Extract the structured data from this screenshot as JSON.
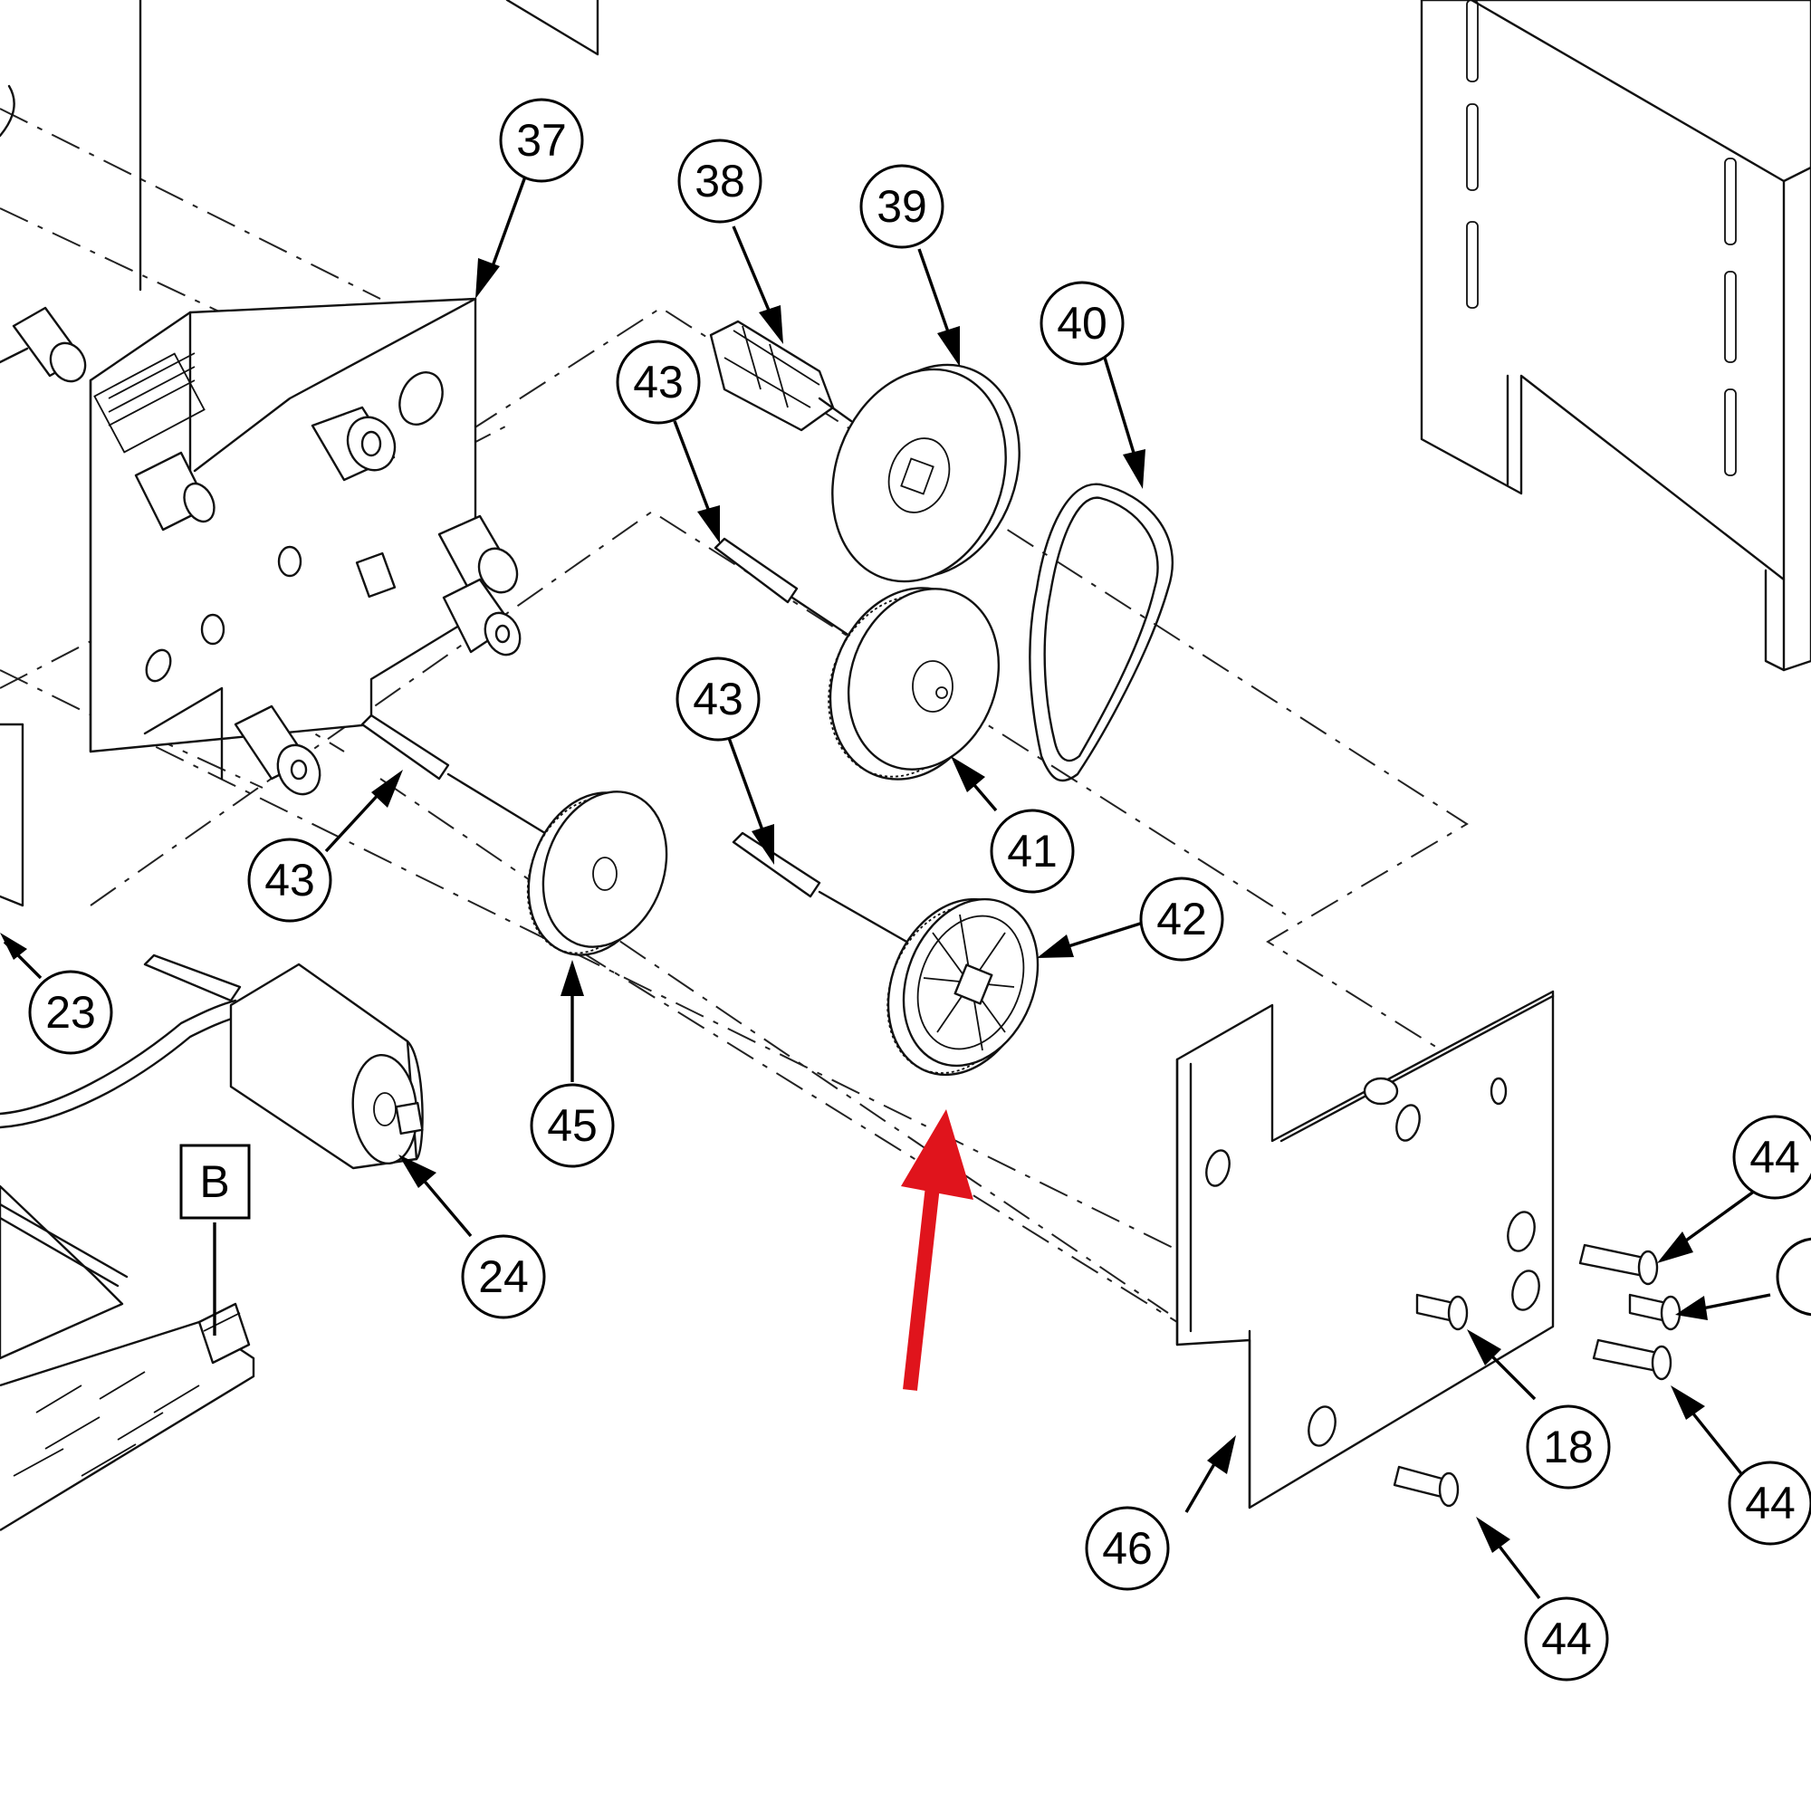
{
  "diagram": {
    "callouts": [
      {
        "id": "c37",
        "label": "37"
      },
      {
        "id": "c38",
        "label": "38"
      },
      {
        "id": "c39",
        "label": "39"
      },
      {
        "id": "c40",
        "label": "40"
      },
      {
        "id": "c43a",
        "label": "43"
      },
      {
        "id": "c43b",
        "label": "43"
      },
      {
        "id": "c43c",
        "label": "43"
      },
      {
        "id": "c41",
        "label": "41"
      },
      {
        "id": "c42",
        "label": "42"
      },
      {
        "id": "c23",
        "label": "23"
      },
      {
        "id": "c45",
        "label": "45"
      },
      {
        "id": "c24",
        "label": "24"
      },
      {
        "id": "c44a",
        "label": "44"
      },
      {
        "id": "c44b",
        "label": "44"
      },
      {
        "id": "c44c",
        "label": "44"
      },
      {
        "id": "c18",
        "label": "18"
      },
      {
        "id": "c46",
        "label": "46"
      }
    ],
    "box_label": "B",
    "colors": {
      "line": "#111111",
      "highlight_arrow": "#e0141c",
      "background": "#ffffff"
    }
  }
}
